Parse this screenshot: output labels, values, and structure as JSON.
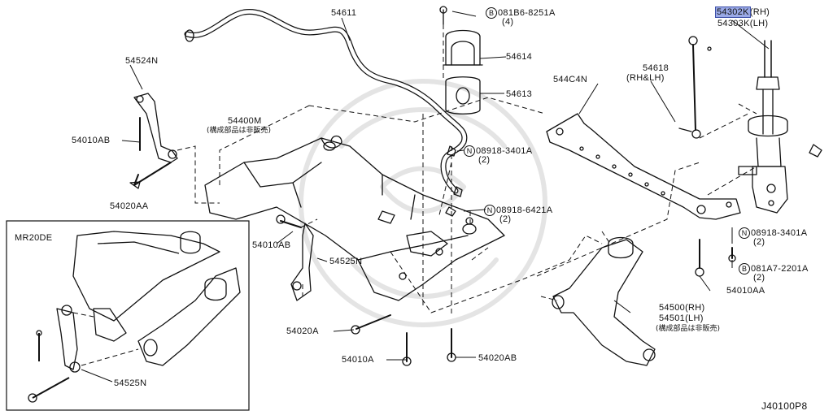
{
  "diagram_id": "J40100P8",
  "inset_title": "MR20DE",
  "labels": {
    "p54611": "54611",
    "p54614": "54614",
    "p54613": "54613",
    "p54524N": "54524N",
    "p54010AB_a": "54010AB",
    "p54020AA": "54020AA",
    "p54400M": "54400M",
    "p54400M_note": "(構成部品は非販売)",
    "p544C4N": "544C4N",
    "p54618": "54618",
    "p54618_side": "(RH&LH)",
    "p54302K": "54302K",
    "p54302K_side": "(RH)",
    "p54303K": "54303K",
    "p54303K_side": "(LH)",
    "bolt_08186": "081B6-8251A",
    "bolt_08186_qty": "(4)",
    "nut_08918_3401A_a": "08918-3401A",
    "nut_08918_3401A_a_qty": "(2)",
    "nut_08918_6421A": "08918-6421A",
    "nut_08918_6421A_qty": "(2)",
    "nut_08918_3401A_b": "08918-3401A",
    "nut_08918_3401A_b_qty": "(2)",
    "bolt_081A7": "081A7-2201A",
    "bolt_081A7_qty": "(2)",
    "p54010AB_b": "54010AB",
    "p54525N_a": "54525N",
    "p54525N_b": "54525N",
    "p54020A": "54020A",
    "p54010A": "54010A",
    "p54020AB": "54020AB",
    "p54010AA": "54010AA",
    "p54500": "54500",
    "p54500_side": "(RH)",
    "p54501": "54501",
    "p54501_side": "(LH)",
    "p54500_note": "(構成部品は非販売)"
  },
  "symbols": {
    "bolt": "B",
    "nut": "N"
  },
  "highlight_color": "#9aa9e6"
}
